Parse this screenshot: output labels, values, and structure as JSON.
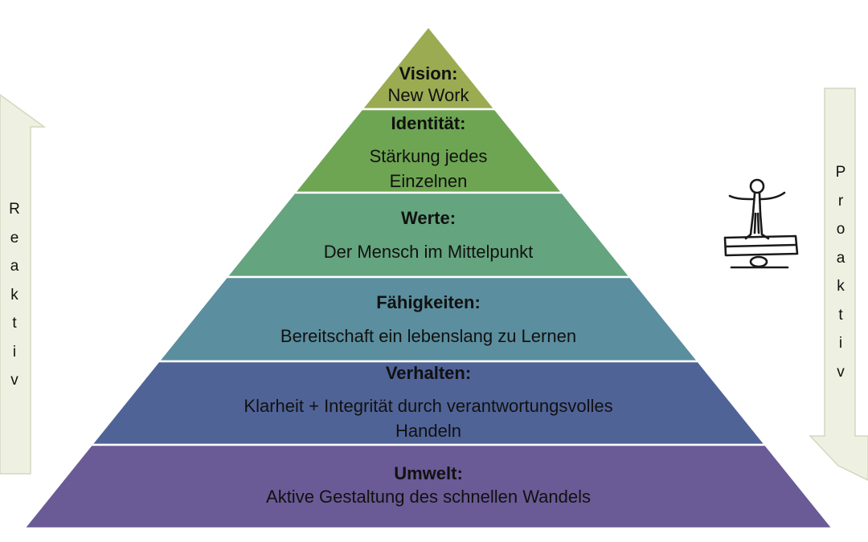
{
  "colors": {
    "vision": "#9aab52",
    "identitaet": "#6ea552",
    "werte": "#64a47e",
    "faehigkeiten": "#5b8e9e",
    "verhalten": "#506397",
    "umwelt": "#6a5a95",
    "arrow_fill": "#eef0e1",
    "arrow_stroke": "#d3d7bf",
    "separator": "#ffffff"
  },
  "pyramid": {
    "levels": [
      {
        "id": "vision",
        "title": "Vision:",
        "lines": [
          "New Work"
        ]
      },
      {
        "id": "identitaet",
        "title": "Identität:",
        "lines": [
          "Stärkung jedes",
          "Einzelnen"
        ]
      },
      {
        "id": "werte",
        "title": "Werte:",
        "lines": [
          "Der Mensch im Mittelpunkt"
        ]
      },
      {
        "id": "faehigkeiten",
        "title": "Fähigkeiten:",
        "lines": [
          "Bereitschaft ein lebenslang zu Lernen"
        ]
      },
      {
        "id": "verhalten",
        "title": "Verhalten:",
        "lines": [
          "Klarheit + Integrität durch verantwortungsvolles",
          "Handeln"
        ]
      },
      {
        "id": "umwelt",
        "title": "Umwelt:",
        "lines": [
          "Aktive Gestaltung des schnellen Wandels"
        ]
      }
    ]
  },
  "left_arrow": {
    "direction": "up",
    "letters": [
      "R",
      "e",
      "a",
      "k",
      "t",
      "i",
      "v"
    ]
  },
  "right_arrow": {
    "direction": "down",
    "letters": [
      "P",
      "r",
      "o",
      "a",
      "k",
      "t",
      "i",
      "v"
    ]
  },
  "balance_figure": {
    "icon": "balance-figure-icon"
  }
}
